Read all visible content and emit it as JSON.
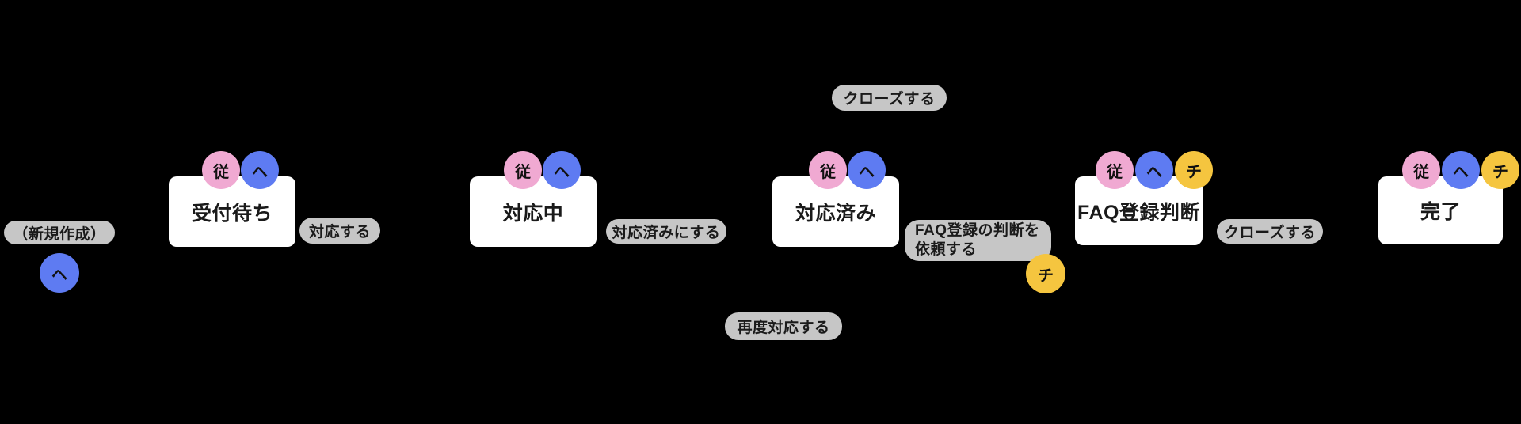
{
  "colors": {
    "background": "#000000",
    "state_box": "#FFFFFF",
    "transition_badge": "#C6C6C6",
    "text": "#1A1A1A",
    "role_pink": "#F0A9D2",
    "role_blue": "#5E7BF2",
    "role_yellow": "#F5C53F"
  },
  "roles": {
    "ju": "従",
    "he": "ヘ",
    "chi": "チ"
  },
  "states": {
    "waiting": {
      "label": "受付待ち",
      "roles": [
        "ju",
        "he"
      ]
    },
    "in_progress": {
      "label": "対応中",
      "roles": [
        "ju",
        "he"
      ]
    },
    "done": {
      "label": "対応済み",
      "roles": [
        "ju",
        "he"
      ]
    },
    "faq_judgement": {
      "label": "FAQ登録判断",
      "roles": [
        "ju",
        "he",
        "chi"
      ]
    },
    "complete": {
      "label": "完了",
      "roles": [
        "ju",
        "he",
        "chi"
      ]
    }
  },
  "transitions": {
    "new": {
      "label": "（新規作成）",
      "role": "he"
    },
    "respond": {
      "label": "対応する"
    },
    "mark_done": {
      "label": "対応済みにする"
    },
    "close_top": {
      "label": "クローズする"
    },
    "faq_request": {
      "line1": "FAQ登録の判断を",
      "line2": "依頼する",
      "role": "chi"
    },
    "close_right": {
      "label": "クローズする"
    },
    "respond_again": {
      "label": "再度対応する"
    }
  }
}
